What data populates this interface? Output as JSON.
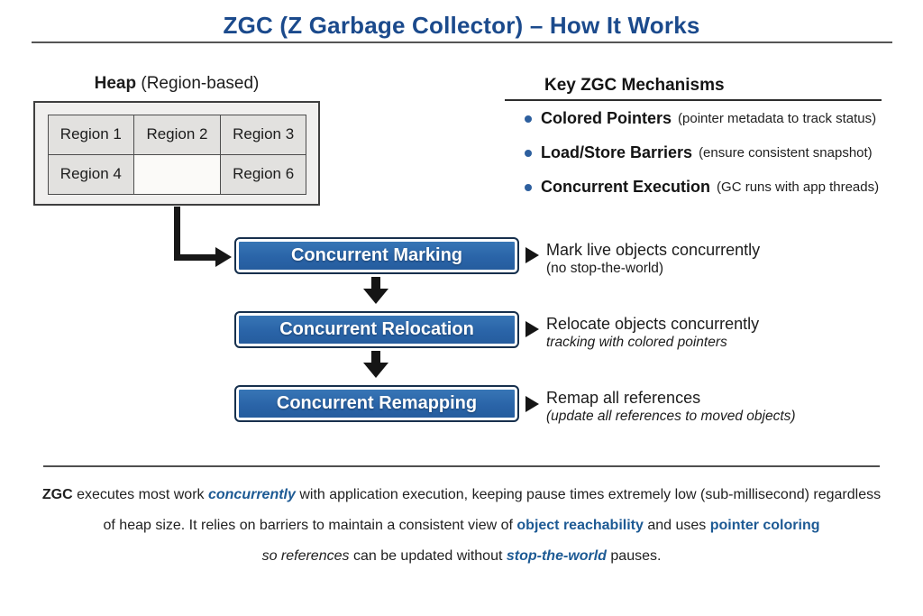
{
  "title": "ZGC (Z Garbage Collector) – How It Works",
  "colors": {
    "title_navy": "#1b4a8c",
    "box_blue": "#2a64a8",
    "box_border": "#17304d",
    "accent_blue": "#1d5a94",
    "bullet_blue": "#2d5f9e",
    "text_dark": "#1c1c1c",
    "heap_fill": "#f0efee",
    "heap_cell_fill": "#e2e1df"
  },
  "heap": {
    "heading_bold": "Heap",
    "heading_rest": " (Region-based)",
    "cells": [
      "Region 1",
      "Region 2",
      "Region 3",
      "Region 4",
      "",
      "Region 6"
    ]
  },
  "mechanisms": {
    "heading": "Key ZGC Mechanisms",
    "items": [
      {
        "label": "Colored Pointers",
        "note": "(pointer metadata to track status)"
      },
      {
        "label": "Load/Store Barriers",
        "note": "(ensure consistent snapshot)"
      },
      {
        "label": "Concurrent Execution",
        "note": "(GC runs with app threads)"
      }
    ]
  },
  "flow": {
    "steps": [
      {
        "label": "Concurrent Marking",
        "desc1": "Mark live objects concurrently",
        "desc2": "(no stop-the-world)",
        "desc2_italic": false
      },
      {
        "label": "Concurrent Relocation",
        "desc1": "Relocate objects concurrently",
        "desc2": "tracking with colored pointers",
        "desc2_italic": true
      },
      {
        "label": "Concurrent Remapping",
        "desc1": "Remap all references",
        "desc2": "(update all references to moved objects)",
        "desc2_italic": true
      }
    ]
  },
  "footer": {
    "lines": [
      {
        "segments": [
          {
            "text": "ZGC",
            "style": "bold"
          },
          {
            "text": " executes most work ",
            "style": "normal"
          },
          {
            "text": "concurrently",
            "style": "accent-italic"
          },
          {
            "text": " with application execution, keeping pause times extremely low (sub-millisecond) regardless",
            "style": "normal"
          }
        ]
      },
      {
        "segments": [
          {
            "text": "of heap size. It relies on barriers to maintain a consistent view of ",
            "style": "normal"
          },
          {
            "text": "object reachability",
            "style": "accent"
          },
          {
            "text": " and uses ",
            "style": "normal"
          },
          {
            "text": "pointer coloring",
            "style": "accent"
          }
        ]
      },
      {
        "segments": [
          {
            "text": "so references",
            "style": "italic"
          },
          {
            "text": " can be updated without ",
            "style": "normal"
          },
          {
            "text": "stop-the-world",
            "style": "accent-italic"
          },
          {
            "text": " pauses.",
            "style": "normal"
          }
        ]
      }
    ]
  }
}
